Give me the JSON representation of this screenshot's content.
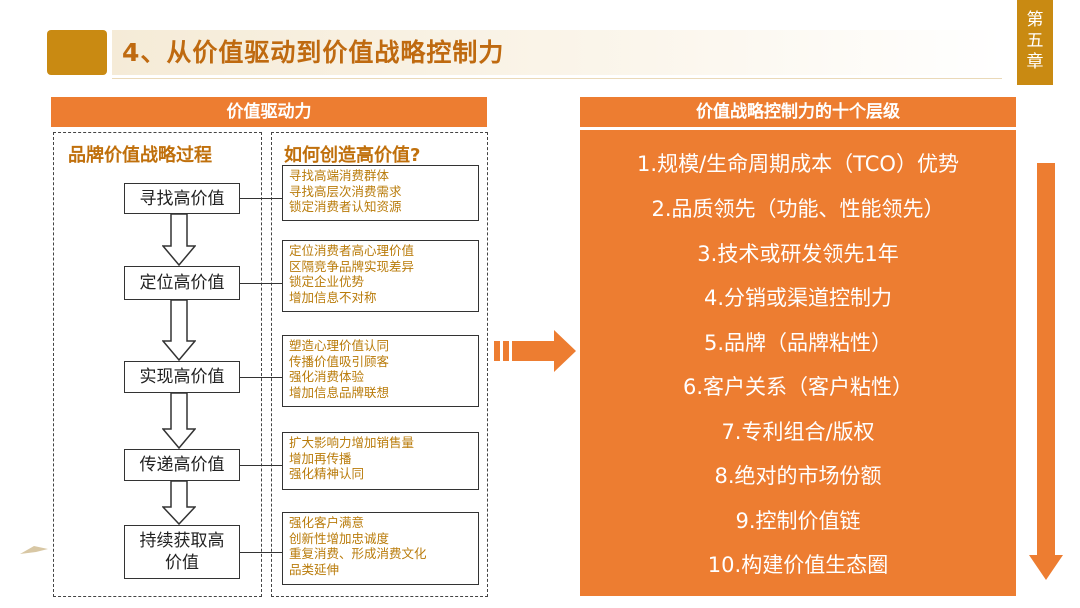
{
  "header": {
    "title": "4、从价值驱动到价值战略控制力",
    "chapter": [
      "第",
      "五",
      "章"
    ]
  },
  "left_panel": {
    "title": "价值驱动力",
    "subtitle_left": "品牌价值战略过程",
    "subtitle_right": "如何创造高价值?",
    "steps": [
      {
        "label": "寻找高价值",
        "details": [
          "寻找高端消费群体",
          "寻找高层次消费需求",
          "锁定消费者认知资源"
        ]
      },
      {
        "label": "定位高价值",
        "details": [
          "定位消费者高心理价值",
          "区隔竞争品牌实现差异",
          "锁定企业优势",
          "增加信息不对称"
        ]
      },
      {
        "label": "实现高价值",
        "details": [
          "塑造心理价值认同",
          "传播价值吸引顾客",
          "强化消费体验",
          "增加信息品牌联想"
        ]
      },
      {
        "label": "传递高价值",
        "details": [
          "扩大影响力增加销售量",
          "增加再传播",
          "强化精神认同"
        ]
      },
      {
        "label": "持续获取高价值",
        "details": [
          "强化客户满意",
          "创新性增加忠诚度",
          "重复消费、形成消费文化",
          "品类延伸"
        ]
      }
    ]
  },
  "right_panel": {
    "title": "价值战略控制力的十个层级",
    "levels": [
      "1.规模/生命周期成本（TCO）优势",
      "2.品质领先（功能、性能领先）",
      "3.技术或研发领先1年",
      "4.分销或渠道控制力",
      "5.品牌（品牌粘性）",
      "6.客户关系（客户粘性）",
      "7.专利组合/版权",
      "8.绝对的市场份额",
      "9.控制价值链",
      "10.构建价值生态圈"
    ]
  },
  "colors": {
    "accent": "#ed7d31",
    "gold": "#c98a12",
    "title_text": "#bf6a10",
    "detail_text": "#b97b0a"
  }
}
